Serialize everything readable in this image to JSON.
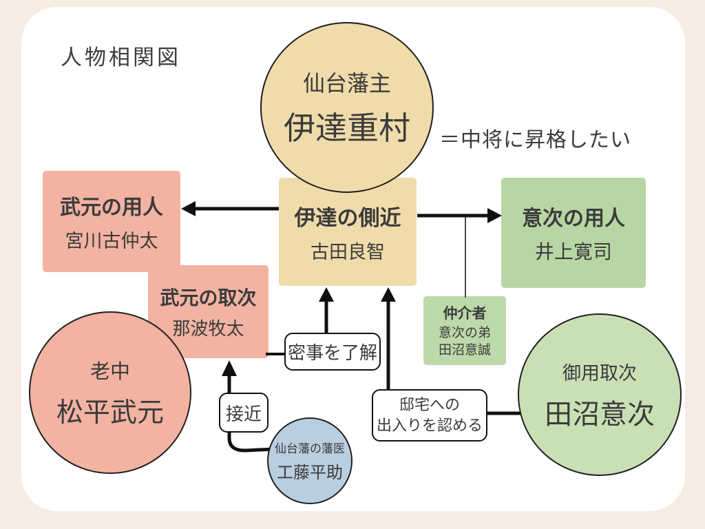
{
  "title": "人物相関図",
  "annotation": "＝中将に昇格したい",
  "nodes": {
    "lord": {
      "role": "仙台藩主",
      "name": "伊達重村"
    },
    "aide": {
      "role": "伊達の側近",
      "name": "古田良智"
    },
    "takemoto_yonin": {
      "role": "武元の用人",
      "name": "宮川古仲太"
    },
    "takemoto_toritsugi": {
      "role": "武元の取次",
      "name": "那波牧太"
    },
    "rojyu": {
      "role": "老中",
      "name": "松平武元"
    },
    "okitsugu_yonin": {
      "role": "意次の用人",
      "name": "井上寛司"
    },
    "mediator": {
      "role": "仲介者",
      "relation": "意次の弟",
      "name": "田沼意誠"
    },
    "okitsugu": {
      "role": "御用取次",
      "name": "田沼意次"
    },
    "doctor": {
      "role": "仙台藩の藩医",
      "name": "工藤平助"
    }
  },
  "edge_labels": {
    "secret": "密事を了解",
    "approach": "接近",
    "residence_line1": "邸宅への",
    "residence_line2": "出入りを認める"
  },
  "colors": {
    "frame": "#f7ece2",
    "panel": "#ffffff",
    "tan": "#f0dcaa",
    "pink": "#f2b3a2",
    "green_box": "#b8d6a4",
    "green_box_small": "#bdd9aa",
    "green_circle": "#c9dfb4",
    "blue": "#b9cedf",
    "text": "#3b3b3b",
    "line": "#111111"
  }
}
